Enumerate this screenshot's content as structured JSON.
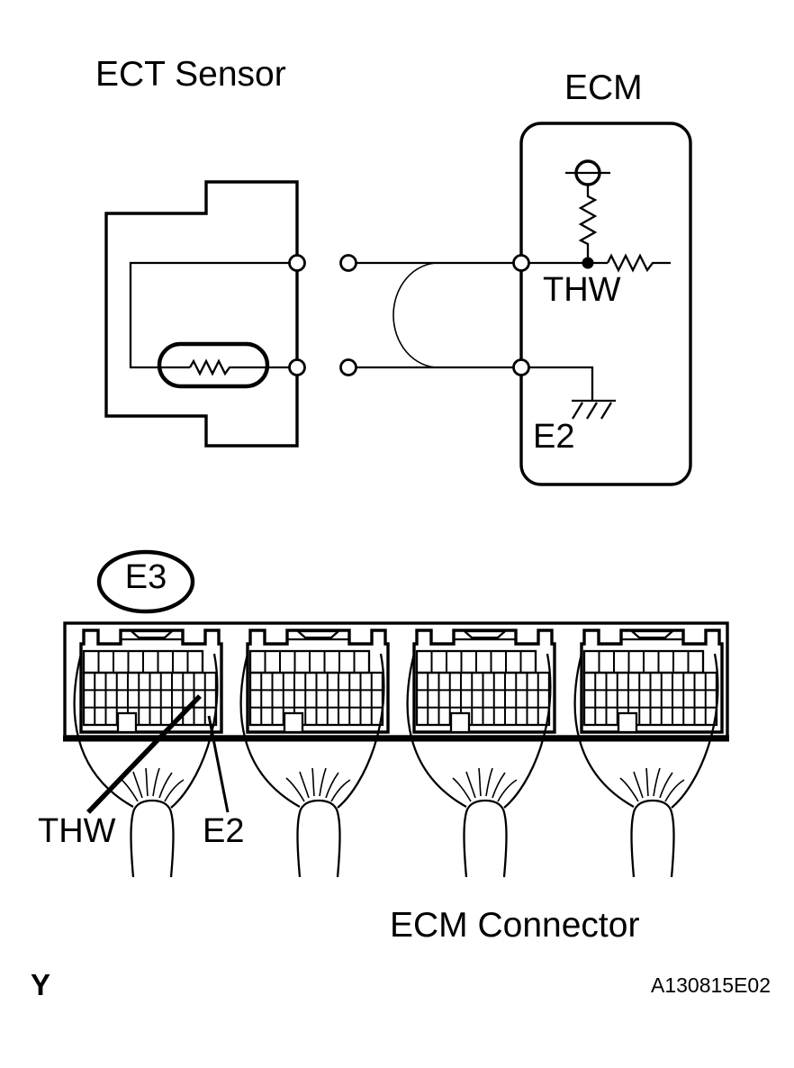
{
  "schematic": {
    "sensor_label": "ECT Sensor",
    "ecm_label": "ECM",
    "thw_pin": "THW",
    "e2_pin": "E2"
  },
  "connector": {
    "id_label": "E3",
    "thw_pin": "THW",
    "e2_pin": "E2",
    "caption": "ECM Connector"
  },
  "footer": {
    "mark": "Y",
    "code": "A130815E02"
  },
  "colors": {
    "line": "#000000",
    "background": "#ffffff"
  }
}
